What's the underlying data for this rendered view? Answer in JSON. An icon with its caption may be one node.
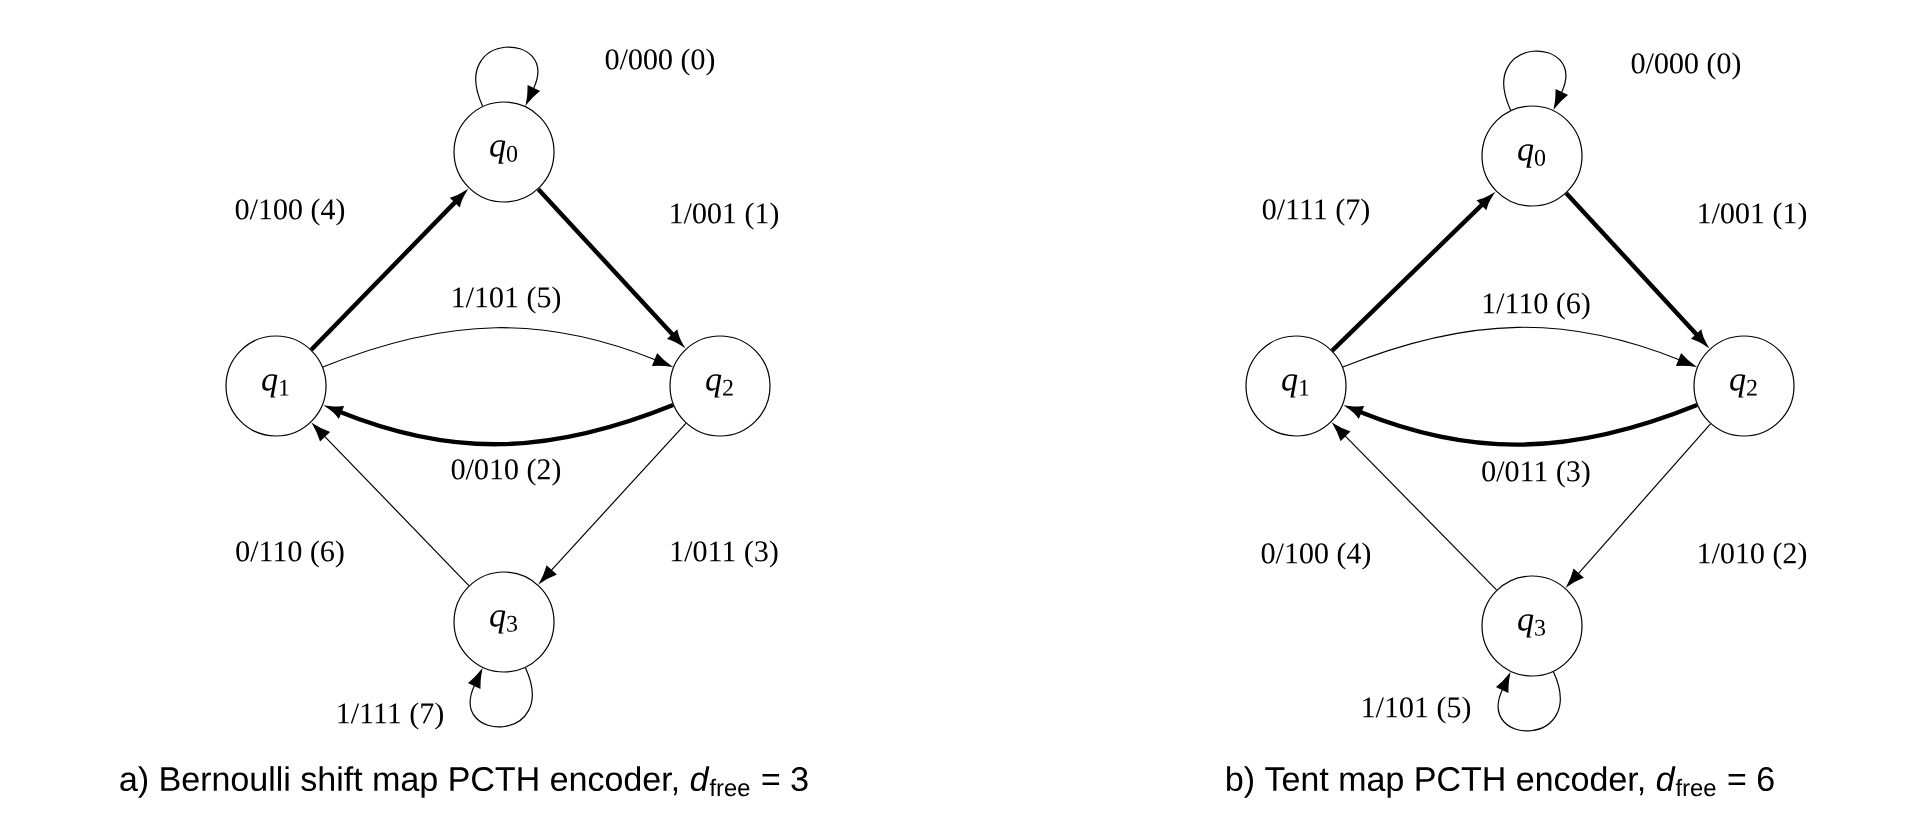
{
  "diagram": {
    "nodes": [
      {
        "text": [
          "*q*$_{0}$"
        ]
      },
      {
        "text": [
          "*q*$_{1}$"
        ]
      },
      {
        "text": [
          "*q*$_{2}$"
        ]
      },
      {
        "text": [
          "*q*$_{3}$"
        ]
      },
      {
        "text": [
          "*q*$_{0}$"
        ]
      },
      {
        "text": [
          "*q*$_{1}$"
        ]
      },
      {
        "text": [
          "*q*$_{2}$"
        ]
      },
      {
        "text": [
          "*q*$_{3}$"
        ]
      }
    ],
    "edges": [
      {
        "from": 0,
        "to": 0,
        "arrow": "to",
        "label": "0/000 (0)"
      },
      {
        "from": 1,
        "to": 0,
        "arrow": "to",
        "label": "0/100 (4)",
        "style": "thick"
      },
      {
        "from": 0,
        "to": 2,
        "arrow": "to",
        "label": "1/001 (1)",
        "style": "thick"
      },
      {
        "from": 1,
        "to": 2,
        "arrow": "to",
        "label": "1/101 (5)"
      },
      {
        "from": 2,
        "to": 1,
        "arrow": "to",
        "label": "0/010 (2)",
        "style": "thick"
      },
      {
        "from": 2,
        "to": 3,
        "arrow": "to",
        "label": "1/011 (3)"
      },
      {
        "from": 3,
        "to": 1,
        "arrow": "to",
        "label": "0/110 (6)"
      },
      {
        "from": 3,
        "to": 3,
        "arrow": "to",
        "label": "1/111 (7)"
      },
      {
        "from": 4,
        "to": 4,
        "arrow": "to",
        "label": "0/000 (0)"
      },
      {
        "from": 5,
        "to": 4,
        "arrow": "to",
        "label": "0/111 (7)",
        "style": "thick"
      },
      {
        "from": 4,
        "to": 6,
        "arrow": "to",
        "label": "1/001 (1)",
        "style": "thick"
      },
      {
        "from": 5,
        "to": 6,
        "arrow": "to",
        "label": "1/110 (6)"
      },
      {
        "from": 6,
        "to": 5,
        "arrow": "to",
        "label": "0/011 (3)",
        "style": "thick"
      },
      {
        "from": 6,
        "to": 7,
        "arrow": "to",
        "label": "1/010 (2)"
      },
      {
        "from": 7,
        "to": 5,
        "arrow": "to",
        "label": "0/100 (4)"
      },
      {
        "from": 7,
        "to": 7,
        "arrow": "to",
        "label": "1/101 (5)"
      }
    ],
    "labels": [
      "a) Bernoulli shift map PCTH encoder, *d*$_{free}$ = 3",
      "b) Tent map PCTH encoder, *d*$_{free}$ = 6"
    ]
  }
}
